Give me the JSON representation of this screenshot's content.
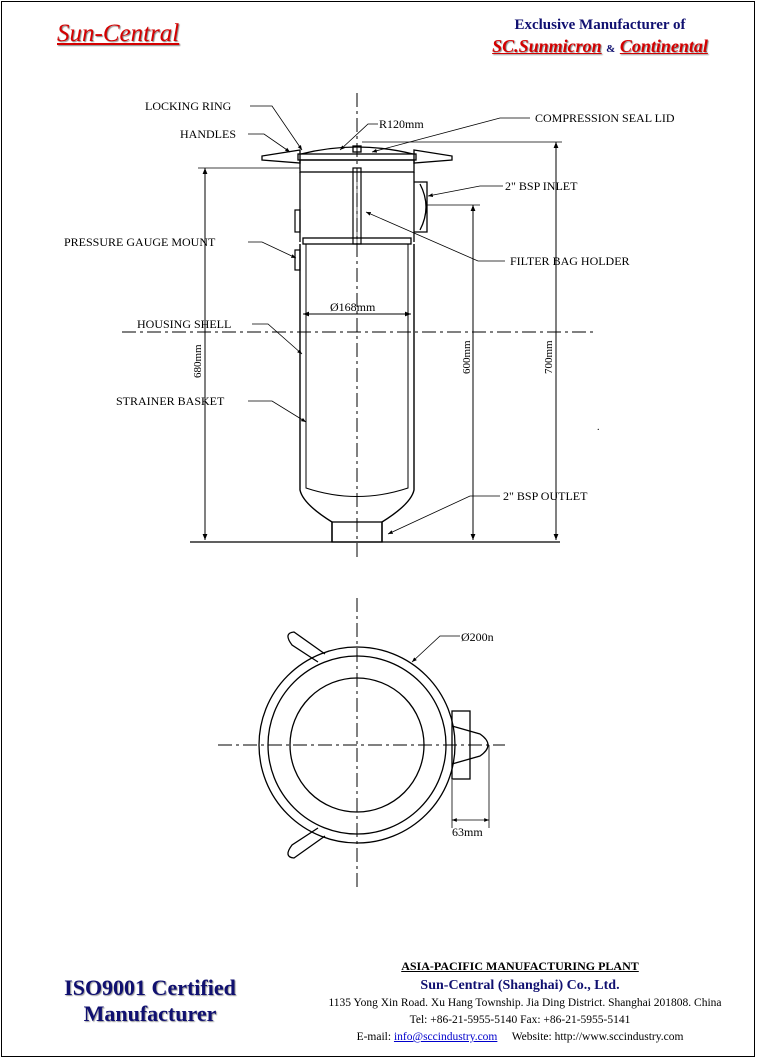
{
  "header": {
    "brand": "Sun-Central",
    "exclusive": "Exclusive Manufacturer of",
    "brand_a": "SC.Sunmicron",
    "amp": "&",
    "brand_b": "Continental"
  },
  "labels": {
    "locking_ring": "LOCKING RING",
    "handles": "HANDLES",
    "r120": "R120mm",
    "compression_seal_lid": "COMPRESSION SEAL LID",
    "bsp_inlet": "2\" BSP INLET",
    "pressure_gauge_mount": "PRESSURE GAUGE MOUNT",
    "filter_bag_holder": "FILTER BAG HOLDER",
    "d168": "Ø168mm",
    "housing_shell": "HOUSING SHELL",
    "strainer_basket": "STRAINER BASKET",
    "bsp_outlet": "2\" BSP OUTLET",
    "dim_680": "680mm",
    "dim_600": "600mm",
    "dim_700": "700mm",
    "d200": "Ø200n",
    "dim_63": "63mm"
  },
  "footer": {
    "iso_line1": "ISO9001 Certified",
    "iso_line2": "Manufacturer",
    "plant": "ASIA-PACIFIC MANUFACTURING PLANT",
    "company": "Sun-Central (Shanghai) Co., Ltd.",
    "address": "1135 Yong Xin Road. Xu Hang Township.  Jia Ding District. Shanghai 201808. China",
    "tel": "Tel: +86-21-5955-5140     Fax: +86-21-5955-5141",
    "email_label": "E-mail:",
    "email": "info@sccindustry.com",
    "website": "Website: http://www.sccindustry.com"
  },
  "colors": {
    "brand_red": "#d40000",
    "navy": "#101070"
  }
}
